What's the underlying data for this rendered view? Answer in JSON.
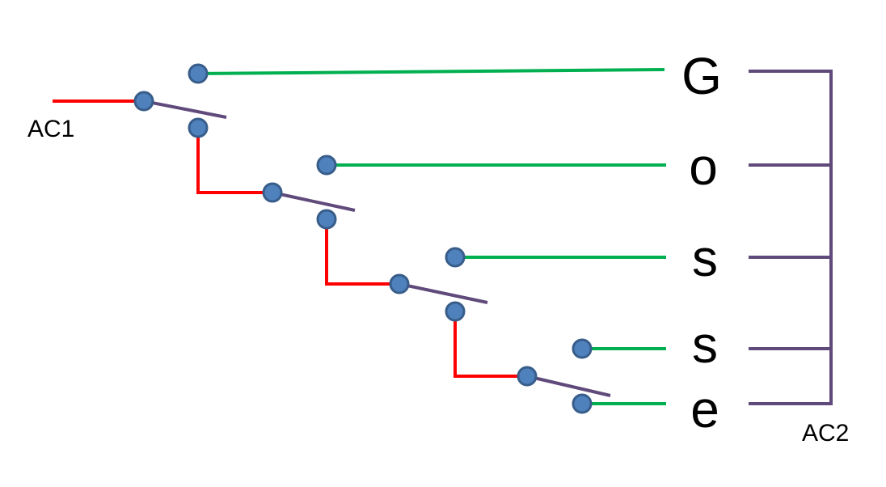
{
  "labels": {
    "input": "AC1",
    "output": "AC2",
    "letters": [
      "G",
      "o",
      "s",
      "s",
      "e"
    ]
  },
  "colors": {
    "input_wire": "#ff0000",
    "output_wire": "#00b050",
    "switch_lever": "#604a7b",
    "bus": "#604a7b",
    "node_fill": "#4f81bd",
    "node_stroke": "#385d8a"
  }
}
